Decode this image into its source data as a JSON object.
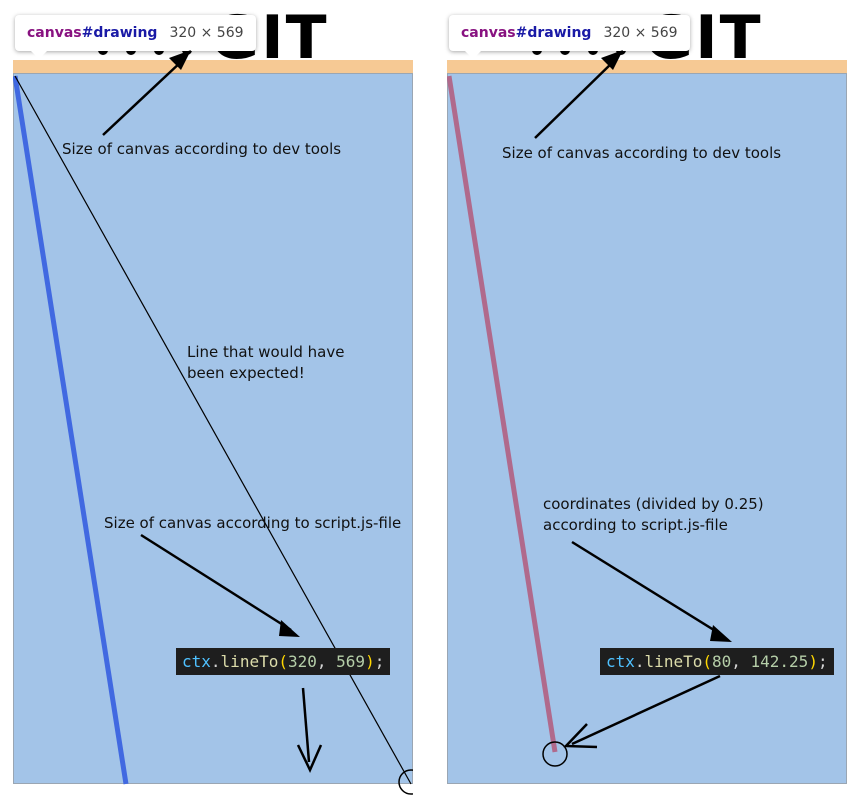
{
  "logo": {
    "text": "GIT"
  },
  "left": {
    "tooltip": {
      "element": "canvas",
      "id": "#drawing",
      "size": "320 × 569"
    },
    "notes": {
      "devtools_size": "Size of canvas according to dev tools",
      "expected_line_1": "Line that would have",
      "expected_line_2": "been expected!",
      "script_size": "Size of canvas according to script.js-file"
    },
    "code": {
      "obj": "ctx",
      "dot": ".",
      "fn": "lineTo",
      "open": "(",
      "arg1": "320",
      "comma": ", ",
      "arg2": "569",
      "close": ")",
      "semi": ";"
    },
    "line_color": "#4169e1"
  },
  "right": {
    "tooltip": {
      "element": "canvas",
      "id": "#drawing",
      "size": "320 × 569"
    },
    "notes": {
      "devtools_size": "Size of canvas according to dev tools",
      "coords_1": "coordinates (divided by 0.25)",
      "coords_2": "according to script.js-file"
    },
    "code": {
      "obj": "ctx",
      "dot": ".",
      "fn": "lineTo",
      "open": "(",
      "arg1": "80",
      "comma": ", ",
      "arg2": "142.25",
      "close": ")",
      "semi": ";"
    },
    "line_color": "#b06a8c"
  },
  "colors": {
    "canvas_bg": "#a3c4e8",
    "devtools_highlight": "#f6c994"
  }
}
